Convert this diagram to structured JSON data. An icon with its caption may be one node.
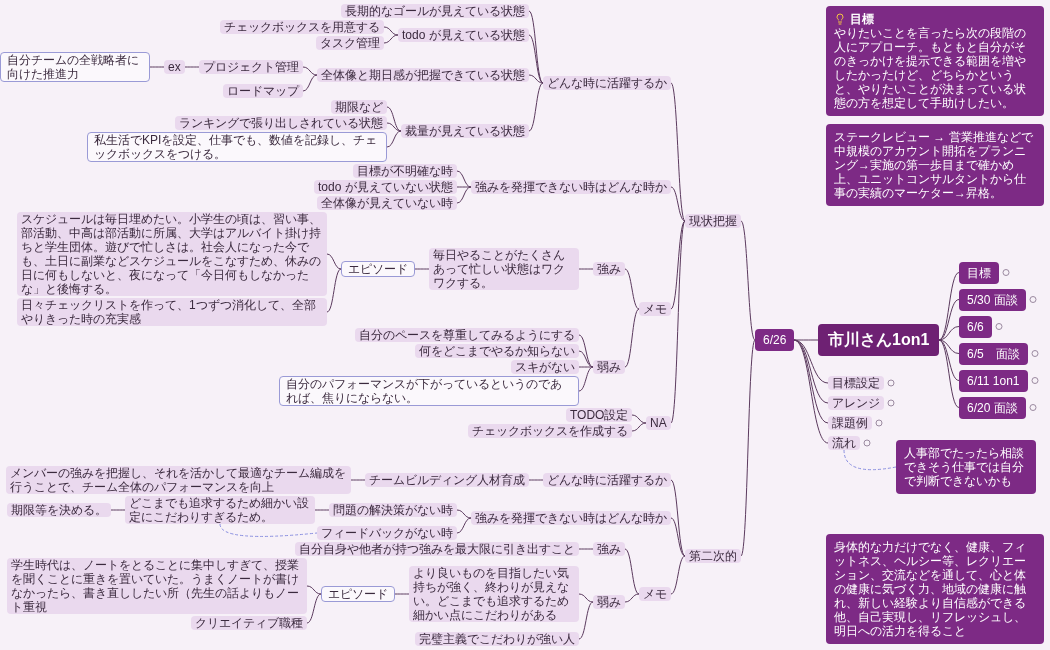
{
  "diagram": {
    "nodes": [
      {
        "text": [
          "市川さん1on1"
        ]
      },
      {
        "text": [
          "目標"
        ]
      },
      {
        "text": [
          "5/30 面談"
        ]
      },
      {
        "text": [
          "6/6"
        ]
      },
      {
        "text": [
          "6/5　面談"
        ]
      },
      {
        "text": [
          "6/11 1on1"
        ]
      },
      {
        "text": [
          "6/20 面談"
        ]
      },
      {
        "text": [
          "6/26"
        ]
      },
      {
        "text": [
          "現状把握"
        ]
      },
      {
        "text": [
          "どんな時に活躍するか"
        ]
      },
      {
        "text": [
          "長期的なゴールが見えている状態"
        ]
      },
      {
        "text": [
          "todo が見えている状態"
        ]
      },
      {
        "text": [
          "チェックボックスを用意する"
        ]
      },
      {
        "text": [
          "タスク管理"
        ]
      },
      {
        "text": [
          "全体像と期日感が把握できている状態"
        ]
      },
      {
        "text": [
          "プロジェクト管理"
        ]
      },
      {
        "text": [
          "ex"
        ]
      },
      {
        "text": [
          "自分チームの全戦略者に向けた推進力"
        ]
      },
      {
        "text": [
          "ロードマップ"
        ]
      },
      {
        "text": [
          "裁量が見えている状態"
        ]
      },
      {
        "text": [
          "期限など"
        ]
      },
      {
        "text": [
          "ランキングで張り出しされている状態"
        ]
      },
      {
        "text": [
          "私生活でKPIを設定、仕事でも、数値を記録し、チェックボックスをつける。"
        ]
      },
      {
        "text": [
          "強みを発揮できない時はどんな時か"
        ]
      },
      {
        "text": [
          "目標が不明確な時"
        ]
      },
      {
        "text": [
          "todo が見えていない状態"
        ]
      },
      {
        "text": [
          "全体像が見えていない時"
        ]
      },
      {
        "text": [
          "メモ"
        ]
      },
      {
        "text": [
          "強み"
        ]
      },
      {
        "text": [
          "毎日やることがたくさんあって忙しい状態はワクワクする。"
        ]
      },
      {
        "text": [
          "エピソード"
        ]
      },
      {
        "text": [
          "スケジュールは毎日埋めたい。小学生の頃は、習い事、部活動、中高は部活動に所属、大学はアルバイト掛け持ちと学生団体。遊びで忙しさは。社会人になった今でも、土日に副業などスケジュールをこなすため、休みの日に何もしないと、夜になって「今日何もしなかったな」と後悔する。"
        ]
      },
      {
        "text": [
          "日々チェックリストを作って、1つずつ消化して、全部やりきった時の充実感"
        ]
      },
      {
        "text": [
          "弱み"
        ]
      },
      {
        "text": [
          "自分のペースを尊重してみるようにする"
        ]
      },
      {
        "text": [
          "何をどこまでやるか知らない"
        ]
      },
      {
        "text": [
          "スキがない"
        ]
      },
      {
        "text": [
          "自分のパフォーマンスが下がっているというのであれば、焦りにならない。"
        ]
      },
      {
        "text": [
          "NA"
        ]
      },
      {
        "text": [
          "TODO設定"
        ]
      },
      {
        "text": [
          "チェックボックスを作成する"
        ]
      },
      {
        "text": [
          "第二次的"
        ]
      },
      {
        "text": [
          "どんな時に活躍するか"
        ]
      },
      {
        "text": [
          "チームビルディング人材育成"
        ]
      },
      {
        "text": [
          "メンバーの強みを把握し、それを活かして最適なチーム編成を行うことで、チーム全体のパフォーマンスを向上"
        ]
      },
      {
        "text": [
          "強みを発揮できない時はどんな時か"
        ]
      },
      {
        "text": [
          "問題の解決策がない時"
        ]
      },
      {
        "text": [
          "どこまでも追求するため細かい設定にこだわりすぎるため。"
        ]
      },
      {
        "text": [
          "期限等を決める。"
        ]
      },
      {
        "text": [
          "フィードバックがない時"
        ]
      },
      {
        "text": [
          "メモ"
        ]
      },
      {
        "text": [
          "強み"
        ]
      },
      {
        "text": [
          "自分自身や他者が持つ強みを最大限に引き出すこと"
        ]
      },
      {
        "text": [
          "弱み"
        ]
      },
      {
        "text": [
          "より良いものを目指したい気持ちが強く、終わりが見えない。どこまでも追求するため細かい点にこだわりがある"
        ]
      },
      {
        "text": [
          "エピソード"
        ]
      },
      {
        "text": [
          "学生時代は、ノートをとることに集中しすぎて、授業を聞くことに重きを置いていた。うまくノートが書けなかったら、書き直ししたい所（先生の話よりもノート重視"
        ]
      },
      {
        "text": [
          "クリエイティブ職種"
        ]
      },
      {
        "text": [
          "完璧主義でこだわりが強い人"
        ]
      },
      {
        "text": [
          "目標設定"
        ]
      },
      {
        "text": [
          "アレンジ"
        ]
      },
      {
        "text": [
          "課題例"
        ]
      },
      {
        "text": [
          "流れ"
        ]
      },
      {
        "text": [
          "人事部でたったら相談できそう仕事では自分で判断できないかも"
        ]
      },
      {
        "text": [
          "ステークレビュー → 営業推進などで中規模のアカウント開拓をプランニング→実施の第一歩目まで確かめ上、ユニットコンサルタントから仕事の実績のマーケター→昇格。"
        ]
      },
      {
        "text": [
          "目標",
          "やりたいことを言ったら次の段階の人にアプローチ。もともと自分がそのきっかけを提示できる範囲を増やしたかったけど、どちらかというと、やりたいことが決まっている状態の方を想定して手助けしたい。"
        ]
      },
      {
        "text": [
          "身体的な力だけでなく、健康、フィットネス、ヘルシー等、レクリエーション、交流などを通して、心と体の健康に気づく力、地域の健康に触れ、新しい経験より自信感ができる他、自己実現し、リフレッシュし、明日への活力を得ること"
        ]
      }
    ],
    "edges": [
      {
        "from": 0,
        "to": 1,
        "arrow": "none"
      },
      {
        "from": 0,
        "to": 2,
        "arrow": "none"
      },
      {
        "from": 0,
        "to": 3,
        "arrow": "none"
      },
      {
        "from": 0,
        "to": 4,
        "arrow": "none"
      },
      {
        "from": 0,
        "to": 5,
        "arrow": "none"
      },
      {
        "from": 0,
        "to": 6,
        "arrow": "none"
      },
      {
        "from": 0,
        "to": 7,
        "arrow": "none"
      },
      {
        "from": 7,
        "to": 8,
        "arrow": "none"
      },
      {
        "from": 7,
        "to": 41,
        "arrow": "none"
      },
      {
        "from": 7,
        "to": 59,
        "arrow": "none"
      },
      {
        "from": 7,
        "to": 60,
        "arrow": "none"
      },
      {
        "from": 7,
        "to": 61,
        "arrow": "none"
      },
      {
        "from": 7,
        "to": 62,
        "arrow": "none"
      },
      {
        "from": 8,
        "to": 9,
        "arrow": "none"
      },
      {
        "from": 8,
        "to": 23,
        "arrow": "none"
      },
      {
        "from": 8,
        "to": 27,
        "arrow": "none"
      },
      {
        "from": 8,
        "to": 38,
        "arrow": "none"
      },
      {
        "from": 9,
        "to": 10,
        "arrow": "none"
      },
      {
        "from": 9,
        "to": 11,
        "arrow": "none"
      },
      {
        "from": 9,
        "to": 14,
        "arrow": "none"
      },
      {
        "from": 9,
        "to": 19,
        "arrow": "none"
      },
      {
        "from": 11,
        "to": 12,
        "arrow": "none"
      },
      {
        "from": 11,
        "to": 13,
        "arrow": "none"
      },
      {
        "from": 14,
        "to": 15,
        "arrow": "none"
      },
      {
        "from": 14,
        "to": 18,
        "arrow": "none"
      },
      {
        "from": 15,
        "to": 16,
        "arrow": "none"
      },
      {
        "from": 16,
        "to": 17,
        "arrow": "none"
      },
      {
        "from": 19,
        "to": 20,
        "arrow": "none"
      },
      {
        "from": 19,
        "to": 21,
        "arrow": "none"
      },
      {
        "from": 19,
        "to": 22,
        "arrow": "none"
      },
      {
        "from": 23,
        "to": 24,
        "arrow": "none"
      },
      {
        "from": 23,
        "to": 25,
        "arrow": "none"
      },
      {
        "from": 23,
        "to": 26,
        "arrow": "none"
      },
      {
        "from": 27,
        "to": 28,
        "arrow": "none"
      },
      {
        "from": 27,
        "to": 33,
        "arrow": "none"
      },
      {
        "from": 28,
        "to": 29,
        "arrow": "none"
      },
      {
        "from": 29,
        "to": 30,
        "arrow": "none"
      },
      {
        "from": 30,
        "to": 31,
        "arrow": "none"
      },
      {
        "from": 30,
        "to": 32,
        "arrow": "none"
      },
      {
        "from": 33,
        "to": 34,
        "arrow": "none"
      },
      {
        "from": 33,
        "to": 35,
        "arrow": "none"
      },
      {
        "from": 33,
        "to": 36,
        "arrow": "none"
      },
      {
        "from": 33,
        "to": 37,
        "arrow": "none"
      },
      {
        "from": 38,
        "to": 39,
        "arrow": "none"
      },
      {
        "from": 38,
        "to": 40,
        "arrow": "none"
      },
      {
        "from": 41,
        "to": 42,
        "arrow": "none"
      },
      {
        "from": 41,
        "to": 45,
        "arrow": "none"
      },
      {
        "from": 41,
        "to": 50,
        "arrow": "none"
      },
      {
        "from": 42,
        "to": 43,
        "arrow": "none"
      },
      {
        "from": 43,
        "to": 44,
        "arrow": "none"
      },
      {
        "from": 45,
        "to": 46,
        "arrow": "none"
      },
      {
        "from": 45,
        "to": 49,
        "arrow": "none"
      },
      {
        "from": 46,
        "to": 47,
        "arrow": "none"
      },
      {
        "from": 47,
        "to": 48,
        "arrow": "none"
      },
      {
        "from": 50,
        "to": 51,
        "arrow": "none"
      },
      {
        "from": 50,
        "to": 53,
        "arrow": "none"
      },
      {
        "from": 51,
        "to": 52,
        "arrow": "none"
      },
      {
        "from": 53,
        "to": 54,
        "arrow": "none"
      },
      {
        "from": 53,
        "to": 58,
        "arrow": "none"
      },
      {
        "from": 54,
        "to": 55,
        "arrow": "none"
      },
      {
        "from": 55,
        "to": 56,
        "arrow": "none"
      },
      {
        "from": 55,
        "to": 57,
        "arrow": "none"
      },
      {
        "from": 62,
        "to": 63,
        "arrow": "none",
        "style": "dashed",
        "color": "#8a8fe0"
      },
      {
        "from": 47,
        "to": 49,
        "arrow": "none",
        "style": "dashed",
        "color": "#8a8fe0"
      }
    ]
  }
}
